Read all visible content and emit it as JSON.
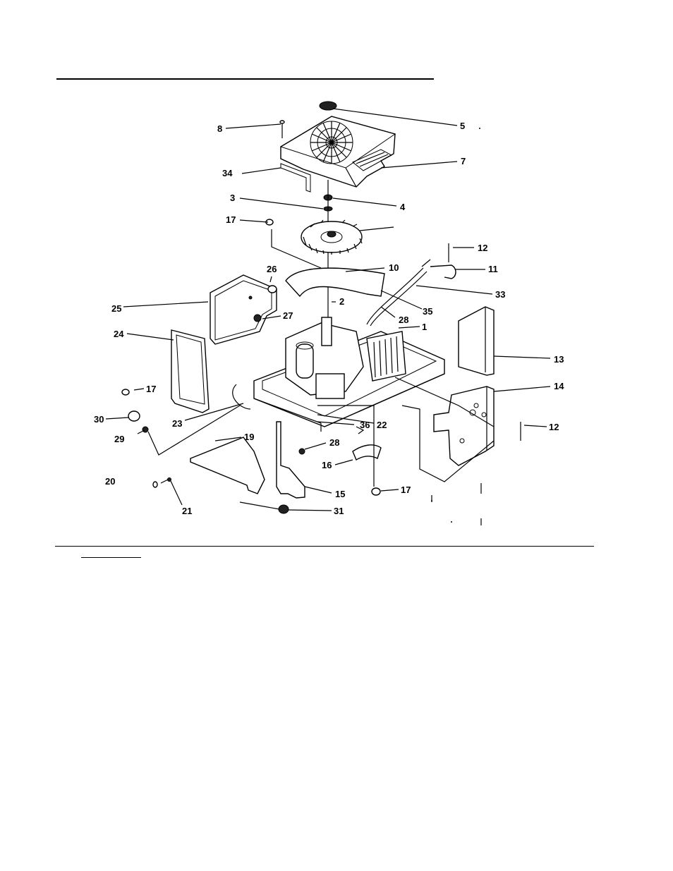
{
  "callouts": [
    {
      "id": "c1",
      "label": "1"
    },
    {
      "id": "c2",
      "label": "2"
    },
    {
      "id": "c3",
      "label": "3"
    },
    {
      "id": "c4",
      "label": "4"
    },
    {
      "id": "c5",
      "label": "5"
    },
    {
      "id": "c7",
      "label": "7"
    },
    {
      "id": "c8",
      "label": "8"
    },
    {
      "id": "c10",
      "label": "10"
    },
    {
      "id": "c11",
      "label": "11"
    },
    {
      "id": "c12a",
      "label": "12"
    },
    {
      "id": "c12b",
      "label": "12"
    },
    {
      "id": "c13",
      "label": "13"
    },
    {
      "id": "c14",
      "label": "14"
    },
    {
      "id": "c15",
      "label": "15"
    },
    {
      "id": "c16",
      "label": "16"
    },
    {
      "id": "c17a",
      "label": "17"
    },
    {
      "id": "c17b",
      "label": "17"
    },
    {
      "id": "c17c",
      "label": "17"
    },
    {
      "id": "c19",
      "label": "19"
    },
    {
      "id": "c20",
      "label": "20"
    },
    {
      "id": "c21",
      "label": "21"
    },
    {
      "id": "c22",
      "label": "22"
    },
    {
      "id": "c23",
      "label": "23"
    },
    {
      "id": "c24",
      "label": "24"
    },
    {
      "id": "c25",
      "label": "25"
    },
    {
      "id": "c26",
      "label": "26"
    },
    {
      "id": "c27",
      "label": "27"
    },
    {
      "id": "c28a",
      "label": "28"
    },
    {
      "id": "c28b",
      "label": "28"
    },
    {
      "id": "c29",
      "label": "29"
    },
    {
      "id": "c30",
      "label": "30"
    },
    {
      "id": "c31",
      "label": "31"
    },
    {
      "id": "c33",
      "label": "33"
    },
    {
      "id": "c34",
      "label": "34"
    },
    {
      "id": "c35",
      "label": "35"
    },
    {
      "id": "c36",
      "label": "36"
    }
  ]
}
